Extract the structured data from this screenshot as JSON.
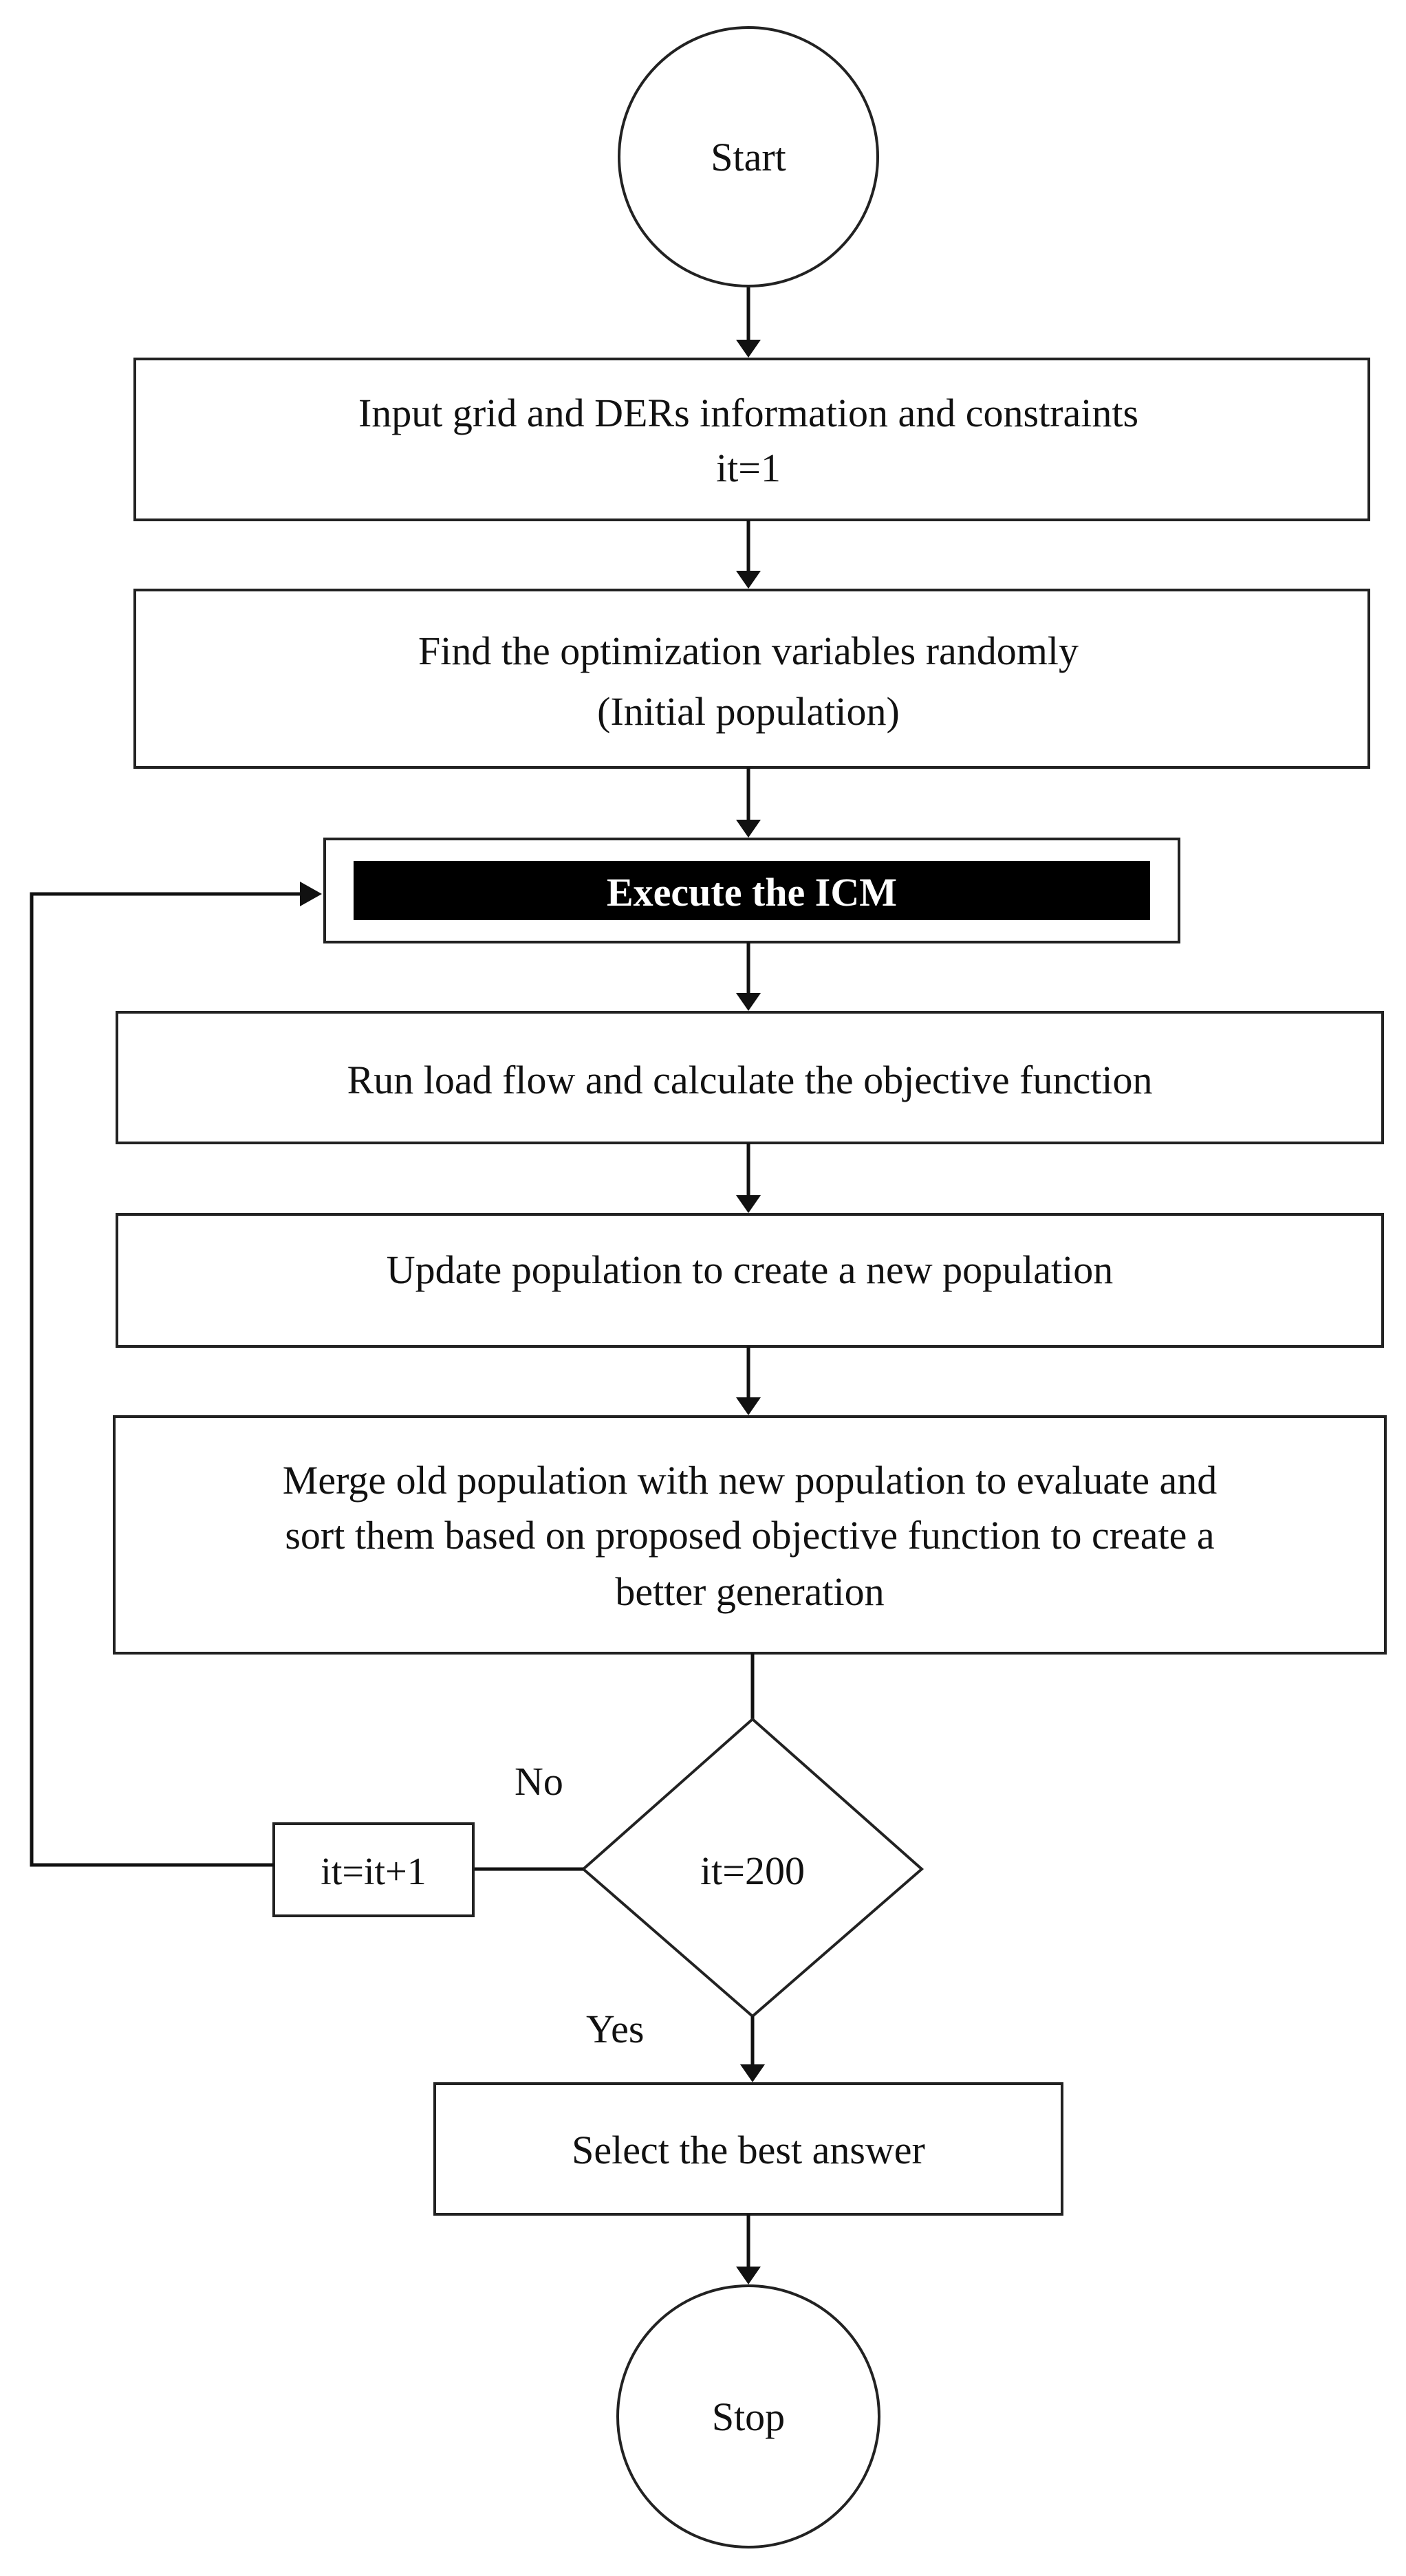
{
  "diagram": {
    "nodes": {
      "start": {
        "label": "Start"
      },
      "input": {
        "lines": [
          "Input grid and DERs information and constraints",
          "it=1"
        ]
      },
      "find": {
        "lines": [
          "Find the optimization variables randomly",
          "(Initial population)"
        ]
      },
      "execute": {
        "label": "Execute the ICM"
      },
      "run": {
        "label": "Run load flow and calculate the objective function"
      },
      "update": {
        "label": "Update population to create a new population"
      },
      "merge": {
        "lines": [
          "Merge old population with new population to evaluate and",
          "sort them based on proposed objective function to create a",
          "better generation"
        ]
      },
      "decision": {
        "label": "it=200"
      },
      "increment": {
        "label": "it=it+1"
      },
      "select": {
        "label": "Select the best answer"
      },
      "stop": {
        "label": "Stop"
      }
    },
    "edges": {
      "no_label": "No",
      "yes_label": "Yes"
    },
    "colors": {
      "stroke": "#222222",
      "highlight_fill": "#000000",
      "background": "#ffffff"
    }
  }
}
